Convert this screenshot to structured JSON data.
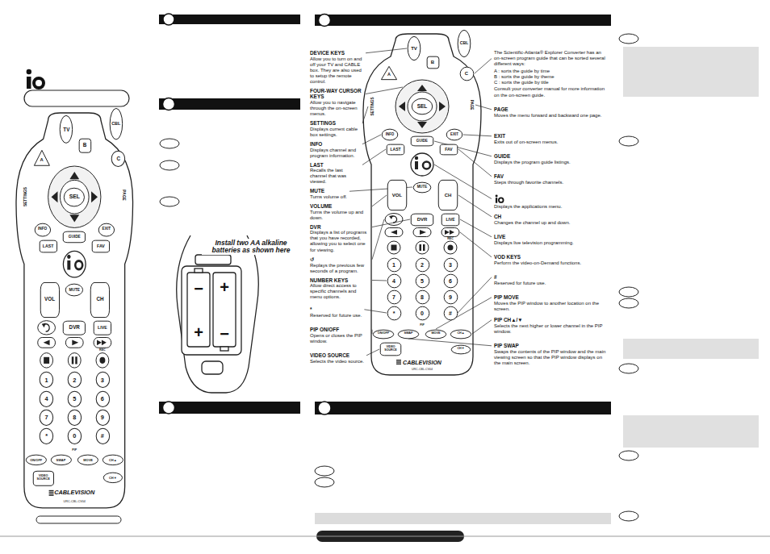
{
  "diagram": {
    "nodes": [
      {
        "text": [
          "CABLEVISION",
          "URC-CBL-CV04"
        ]
      },
      {
        "text": [
          "TV"
        ],
        "in": 0
      },
      {
        "text": [
          "CBL"
        ],
        "in": 0
      },
      {
        "text": [
          "B"
        ],
        "in": 0
      },
      {
        "text": [
          "A"
        ],
        "in": 0
      },
      {
        "text": [
          "C"
        ],
        "in": 0
      },
      {
        "text": [
          "SEL"
        ],
        "in": 0
      },
      {
        "text": [
          "INFO"
        ],
        "in": 0
      },
      {
        "text": [
          "GUIDE"
        ],
        "in": 0
      },
      {
        "text": [
          "EXIT"
        ],
        "in": 0
      },
      {
        "text": [
          "LAST"
        ],
        "in": 0
      },
      {
        "text": [
          "FAV"
        ],
        "in": 0
      },
      {
        "text": [
          "VOL"
        ],
        "in": 0
      },
      {
        "text": [
          "MUTE"
        ],
        "in": 0
      },
      {
        "text": [
          "CH"
        ],
        "in": 0
      },
      {
        "text": [
          "DVR"
        ],
        "in": 0
      },
      {
        "text": [
          "LIVE"
        ],
        "in": 0
      },
      {
        "text": [
          "1"
        ],
        "in": 0
      },
      {
        "text": [
          "2"
        ],
        "in": 0
      },
      {
        "text": [
          "3"
        ],
        "in": 0
      },
      {
        "text": [
          "4"
        ],
        "in": 0
      },
      {
        "text": [
          "5"
        ],
        "in": 0
      },
      {
        "text": [
          "6"
        ],
        "in": 0
      },
      {
        "text": [
          "7"
        ],
        "in": 0
      },
      {
        "text": [
          "8"
        ],
        "in": 0
      },
      {
        "text": [
          "9"
        ],
        "in": 0
      },
      {
        "text": [
          "*"
        ],
        "in": 0
      },
      {
        "text": [
          "0"
        ],
        "in": 0
      },
      {
        "text": [
          "#"
        ],
        "in": 0
      },
      {
        "text": [
          "ON/OFF"
        ],
        "in": 0
      },
      {
        "text": [
          "SWAP"
        ],
        "in": 0
      },
      {
        "text": [
          "MOVE"
        ],
        "in": 0
      },
      {
        "text": [
          "CH▲"
        ],
        "in": 0
      },
      {
        "text": [
          "VIDEO SOURCE"
        ],
        "in": 0
      },
      {
        "text": [
          "CH▼"
        ],
        "in": 0
      },
      {
        "text": [
          "CABLEVISION",
          "URC-CBL-CV04"
        ]
      },
      {
        "text": [
          "TV"
        ],
        "in": 35
      },
      {
        "text": [
          "CBL"
        ],
        "in": 35
      },
      {
        "text": [
          "B"
        ],
        "in": 35
      },
      {
        "text": [
          "A"
        ],
        "in": 35
      },
      {
        "text": [
          "C"
        ],
        "in": 35
      },
      {
        "text": [
          "SEL"
        ],
        "in": 35
      },
      {
        "text": [
          "INFO"
        ],
        "in": 35
      },
      {
        "text": [
          "GUIDE"
        ],
        "in": 35
      },
      {
        "text": [
          "EXIT"
        ],
        "in": 35
      },
      {
        "text": [
          "LAST"
        ],
        "in": 35
      },
      {
        "text": [
          "FAV"
        ],
        "in": 35
      },
      {
        "text": [
          "VOL"
        ],
        "in": 35
      },
      {
        "text": [
          "MUTE"
        ],
        "in": 35
      },
      {
        "text": [
          "CH"
        ],
        "in": 35
      },
      {
        "text": [
          "DVR"
        ],
        "in": 35
      },
      {
        "text": [
          "LIVE"
        ],
        "in": 35
      },
      {
        "text": [
          "1"
        ],
        "in": 35
      },
      {
        "text": [
          "2"
        ],
        "in": 35
      },
      {
        "text": [
          "3"
        ],
        "in": 35
      },
      {
        "text": [
          "4"
        ],
        "in": 35
      },
      {
        "text": [
          "5"
        ],
        "in": 35
      },
      {
        "text": [
          "6"
        ],
        "in": 35
      },
      {
        "text": [
          "7"
        ],
        "in": 35
      },
      {
        "text": [
          "8"
        ],
        "in": 35
      },
      {
        "text": [
          "9"
        ],
        "in": 35
      },
      {
        "text": [
          "*"
        ],
        "in": 35
      },
      {
        "text": [
          "0"
        ],
        "in": 35
      },
      {
        "text": [
          "#"
        ],
        "in": 35
      },
      {
        "text": [
          "ON/OFF"
        ],
        "in": 35
      },
      {
        "text": [
          "SWAP"
        ],
        "in": 35
      },
      {
        "text": [
          "MOVE"
        ],
        "in": 35
      },
      {
        "text": [
          "CH▲"
        ],
        "in": 35
      },
      {
        "text": [
          "VIDEO SOURCE"
        ],
        "in": 35
      },
      {
        "text": [
          "CH▼"
        ],
        "in": 35
      }
    ],
    "labels": [
      "Install two AA alkaline batteries as shown here",
      "−",
      "+",
      "+",
      "−",
      "SETTINGS",
      "PAGE",
      "REC",
      "PIP",
      "SETTINGS",
      "PAGE",
      "REC",
      "PIP",
      "DEVICE KEYS",
      "Allow you to turn on and off your TV and CABLE box. They are also used to setup the remote control.",
      "FOUR-WAY CURSOR KEYS",
      "Allow you to navigate through the on-screen menus.",
      "SETTINGS",
      "Displays current cable box settings.",
      "INFO",
      "Displays channel and program information.",
      "LAST",
      "Recalls the last channel that was viewed.",
      "MUTE",
      "Turns volume off.",
      "VOLUME",
      "Turns the volume up and down.",
      "DVR",
      "Displays a list of programs that you have recorded, allowing you to select one for viewing.",
      "↺",
      "Replays the previous few seconds of a program.",
      "NUMBER KEYS",
      "Allow direct access to specific channels and menu options.",
      "*",
      "Reserved for future use.",
      "PIP ON/OFF",
      "Opens or closes the PIP window.",
      "VIDEO SOURCE",
      "Selects the video source.",
      "The Scientific-Atlanta® Explorer Converter has an on-screen program guide that can be sorted several different ways:",
      "A : sorts the guide by time",
      "B : sorts the guide by theme",
      "C : sorts the guide by title",
      "Consult your converter manual for more information on the on-screen guide.",
      "PAGE",
      "Moves the menu forward and backward one page.",
      "EXIT",
      "Exits out of on-screen menus.",
      "GUIDE",
      "Displays the program guide listings.",
      "FAV",
      "Steps through favorite channels.",
      "Displays the applications menu.",
      "CH",
      "Changes the channel up and down.",
      "LIVE",
      "Displays live television programming.",
      "VOD KEYS",
      "Perform the video-on-Demand functions.",
      "#",
      "Reserved for future use.",
      "PIP MOVE",
      "Moves the PIP window to another location on the screen.",
      "PIP CH▲/▼",
      "Selects the next higher or lower channel in the PIP window.",
      "PIP SWAP",
      "Swaps the contents of the PIP window and the main viewing screen so that the PIP window displays on the main screen."
    ]
  }
}
